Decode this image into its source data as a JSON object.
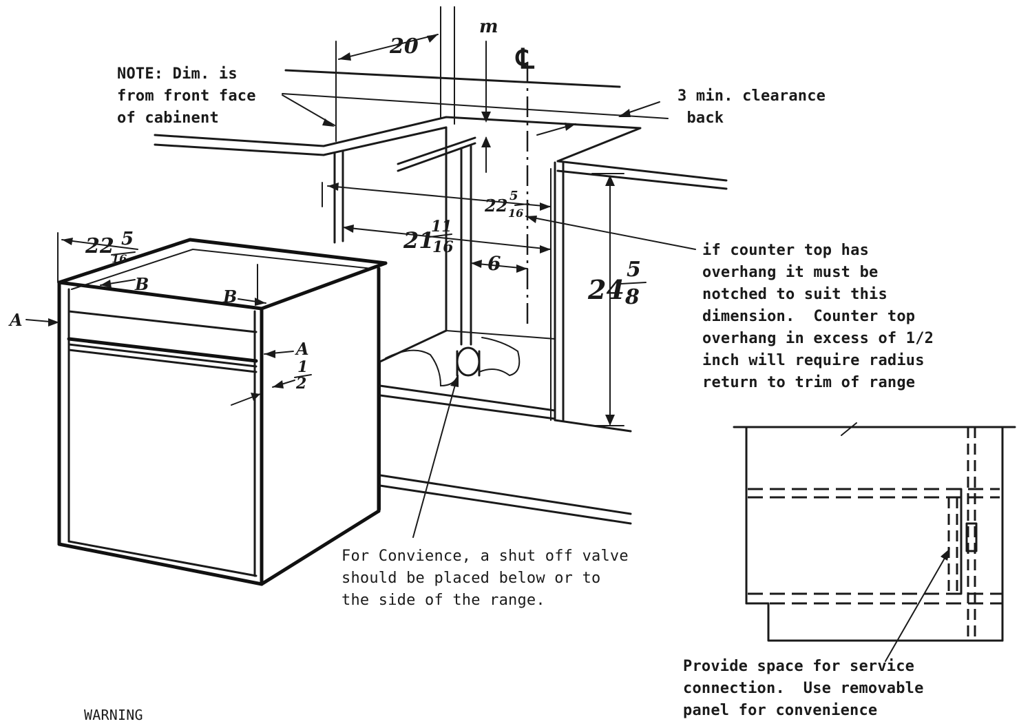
{
  "notes": {
    "dim_note": "NOTE: Dim. is\nfrom front face\nof cabinent",
    "clearance_back": "3 min. clearance\n back",
    "counter_top_note": "if counter top has\noverhang it must be\nnotched to suit this\ndimension.  Counter top\noverhang in excess of 1/2\ninch will require radius\nreturn to trim of range",
    "shutoff_valve": "For Convience, a shut off valve\nshould be placed below or to\nthe side of the range.",
    "service_space": "Provide space for service\nconnection.  Use removable\npanel for convenience",
    "warning": "WARNING"
  },
  "dimensions": {
    "width_top": "20",
    "m_label": "m",
    "centerline": "℄",
    "opening_whole": "22",
    "opening_num": "5",
    "opening_den": "16",
    "inner_whole": "21",
    "inner_num": "11",
    "inner_den": "16",
    "offset_six": "6",
    "height_whole": "24",
    "height_num": "5",
    "height_den": "8",
    "range_whole": "22",
    "range_num": "5",
    "range_den": "16",
    "label_a_left": "A",
    "label_a_right": "A",
    "label_b_left": "B",
    "label_b_right": "B",
    "half_num": "1",
    "half_den": "2"
  }
}
